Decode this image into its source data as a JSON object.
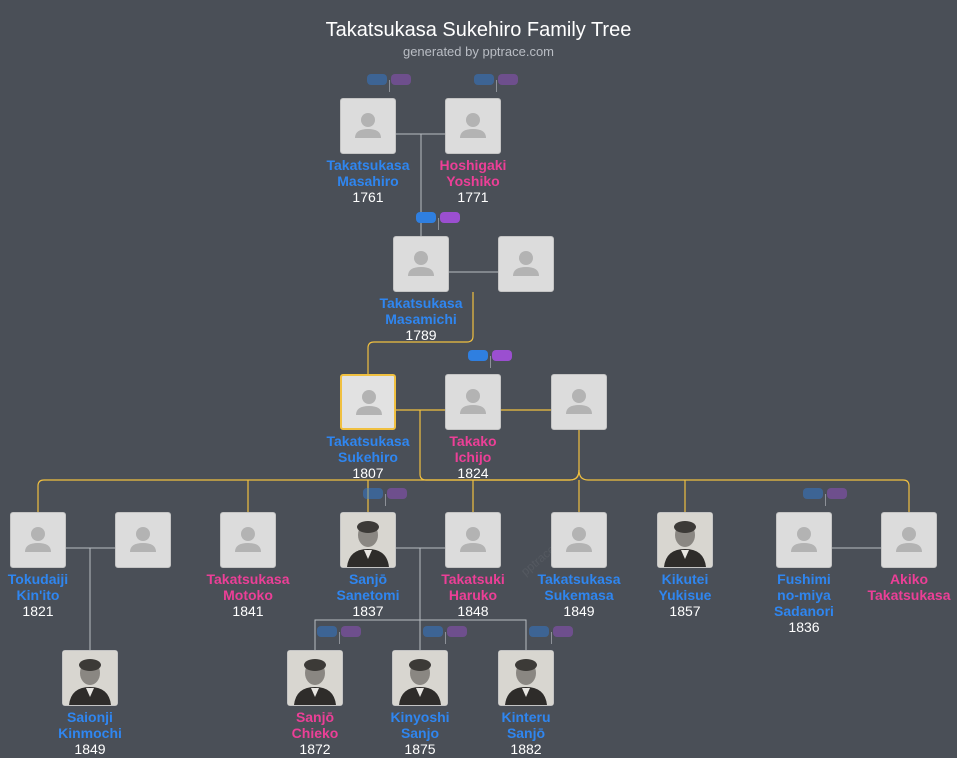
{
  "header": {
    "title": "Takatsukasa Sukehiro Family Tree",
    "subtitle": "generated by pptrace.com"
  },
  "colors": {
    "background": "#4a4f57",
    "male": "#2f86f0",
    "female": "#ec3f97",
    "highlight_line": "#f0c040",
    "line": "#b8bcc2"
  },
  "people": [
    {
      "id": "masahiro",
      "sex": "male",
      "photo": "placeholder-icon",
      "name": [
        "Takatsukasa",
        "Masahiro"
      ],
      "year": "1761"
    },
    {
      "id": "yoshiko",
      "sex": "female",
      "photo": "placeholder-icon",
      "name": [
        "Hoshigaki",
        "Yoshiko"
      ],
      "year": "1771"
    },
    {
      "id": "masamichi",
      "sex": "male",
      "photo": "placeholder-icon",
      "name": [
        "Takatsukasa",
        "Masamichi"
      ],
      "year": "1789"
    },
    {
      "id": "masamichi_sp",
      "sex": "female",
      "photo": "placeholder-icon",
      "name": [],
      "year": ""
    },
    {
      "id": "sukehiro",
      "sex": "male",
      "photo": "placeholder-icon",
      "name": [
        "Takatsukasa",
        "Sukehiro"
      ],
      "year": "1807",
      "selected": true
    },
    {
      "id": "takako",
      "sex": "female",
      "photo": "placeholder-icon",
      "name": [
        "Takako",
        "Ichijo"
      ],
      "year": "1824"
    },
    {
      "id": "sukehiro_sp2",
      "sex": "female",
      "photo": "placeholder-icon",
      "name": [],
      "year": ""
    },
    {
      "id": "kinito",
      "sex": "male",
      "photo": "placeholder-icon",
      "name": [
        "Tokudaiji",
        "Kin'ito"
      ],
      "year": "1821"
    },
    {
      "id": "kinito_sp",
      "sex": "female",
      "photo": "placeholder-icon",
      "name": [],
      "year": ""
    },
    {
      "id": "motoko",
      "sex": "female",
      "photo": "placeholder-icon",
      "name": [
        "Takatsukasa",
        "Motoko"
      ],
      "year": "1841"
    },
    {
      "id": "sanetomi",
      "sex": "male",
      "photo": "portrait-photo",
      "name": [
        "Sanjō",
        "Sanetomi"
      ],
      "year": "1837"
    },
    {
      "id": "haruko",
      "sex": "female",
      "photo": "placeholder-icon",
      "name": [
        "Takatsuki",
        "Haruko"
      ],
      "year": "1848"
    },
    {
      "id": "sukemasa",
      "sex": "male",
      "photo": "placeholder-icon",
      "name": [
        "Takatsukasa",
        "Sukemasa"
      ],
      "year": "1849"
    },
    {
      "id": "yukisue",
      "sex": "male",
      "photo": "portrait-photo",
      "name": [
        "Kikutei",
        "Yukisue"
      ],
      "year": "1857"
    },
    {
      "id": "sadanori",
      "sex": "male",
      "photo": "placeholder-icon",
      "name": [
        "Fushimi",
        "no-miya",
        "Sadanori"
      ],
      "year": "1836"
    },
    {
      "id": "akiko",
      "sex": "female",
      "photo": "placeholder-icon",
      "name": [
        "Akiko",
        "Takatsukasa"
      ],
      "year": ""
    },
    {
      "id": "kinmochi",
      "sex": "male",
      "photo": "portrait-photo",
      "name": [
        "Saionji",
        "Kinmochi"
      ],
      "year": "1849"
    },
    {
      "id": "chieko",
      "sex": "female",
      "photo": "portrait-photo",
      "name": [
        "Sanjō",
        "Chieko"
      ],
      "year": "1872"
    },
    {
      "id": "kinyoshi",
      "sex": "male",
      "photo": "portrait-photo",
      "name": [
        "Kinyoshi",
        "Sanjo"
      ],
      "year": "1875"
    },
    {
      "id": "kinteru",
      "sex": "male",
      "photo": "portrait-photo",
      "name": [
        "Kinteru",
        "Sanjō"
      ],
      "year": "1882"
    }
  ]
}
